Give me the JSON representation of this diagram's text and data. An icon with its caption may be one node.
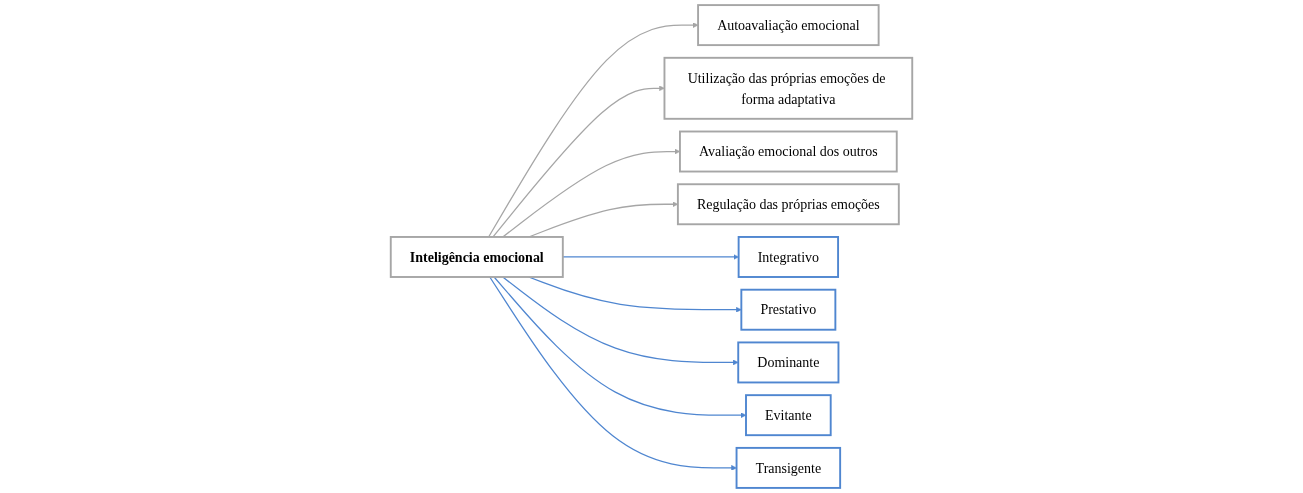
{
  "diagram": {
    "nodes": [
      {
        "text": [
          "Inteligência emocional"
        ]
      },
      {
        "text": [
          "Autoavaliação emocional"
        ]
      },
      {
        "text": [
          "Utilização das próprias emoções de forma adaptativa"
        ]
      },
      {
        "text": [
          "Avaliação emocional dos outros"
        ]
      },
      {
        "text": [
          "Regulação das próprias emoções"
        ]
      },
      {
        "text": [
          "Integrativo"
        ]
      },
      {
        "text": [
          "Prestativo"
        ]
      },
      {
        "text": [
          "Dominante"
        ]
      },
      {
        "text": [
          "Evitante"
        ]
      },
      {
        "text": [
          "Transigente"
        ]
      }
    ],
    "edges": [
      {
        "from": 0,
        "to": 1,
        "arrow": "to",
        "color": "#a6a6a6"
      },
      {
        "from": 0,
        "to": 2,
        "arrow": "to",
        "color": "#a6a6a6"
      },
      {
        "from": 0,
        "to": 3,
        "arrow": "to",
        "color": "#a6a6a6"
      },
      {
        "from": 0,
        "to": 4,
        "arrow": "to",
        "color": "#a6a6a6"
      },
      {
        "from": 0,
        "to": 5,
        "arrow": "to"
      },
      {
        "from": 0,
        "to": 6,
        "arrow": "to"
      },
      {
        "from": 0,
        "to": 7,
        "arrow": "to"
      },
      {
        "from": 0,
        "to": 8,
        "arrow": "to"
      },
      {
        "from": 0,
        "to": 9,
        "arrow": "to"
      }
    ]
  }
}
